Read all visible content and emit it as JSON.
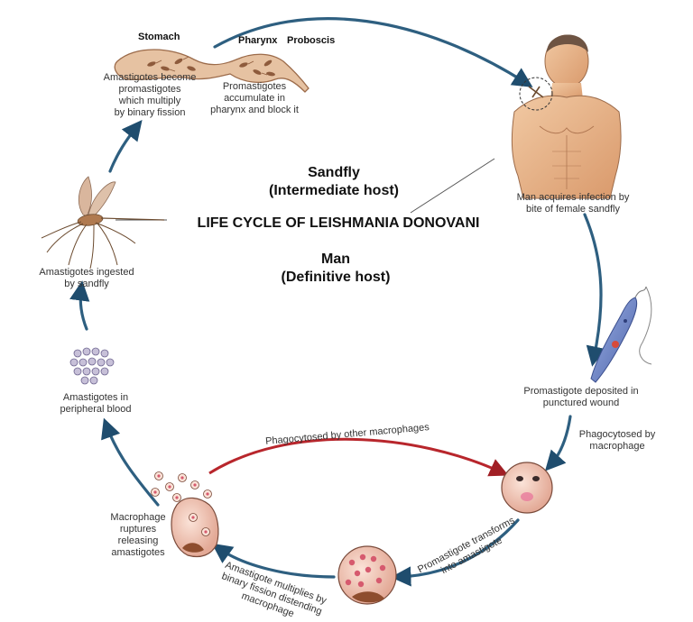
{
  "diagram": {
    "title": "LIFE CYCLE OF LEISHMANIA DONOVANI",
    "sandfly_host": "Sandfly\n(Intermediate host)",
    "man_host": "Man\n(Definitive host)"
  },
  "labels": {
    "stomach": "Stomach",
    "pharynx": "Pharynx",
    "proboscis": "Proboscis",
    "amastigotes_become_promastigotes": "Amastigotes become\npromastigotes\nwhich multiply\nby binary fission",
    "promastigotes_accumulate": "Promastigotes\naccumulate in\npharynx and block it",
    "man_acquires_infection": "Man acquires infection by\nbite of female sandfly",
    "promastigote_deposited": "Promastigote deposited in\npunctured wound",
    "phagocytosed_by_macrophage": "Phagocytosed by\nmacrophage",
    "promastigote_transforms": "Promastigote transforms\ninto amastigote",
    "amastigote_multiplies": "Amastigote multiplies by\nbinary fission distending\nmacrophage",
    "macrophage_ruptures": "Macrophage\nruptures\nreleasing\namastigotes",
    "phagocytosed_by_other": "Phagocytosed by other macrophages",
    "amastigotes_in_blood": "Amastigotes in\nperipheral blood",
    "amastigotes_ingested": "Amastigotes ingested\nby sandfly"
  },
  "colors": {
    "cycle_arrow": "#2e5f80",
    "phago_arrow": "#b8262c",
    "skin": "#e8b48a",
    "gut": "#e6c2a2",
    "cell": "#f3c7b4",
    "promastigote": "#6d83c4"
  }
}
